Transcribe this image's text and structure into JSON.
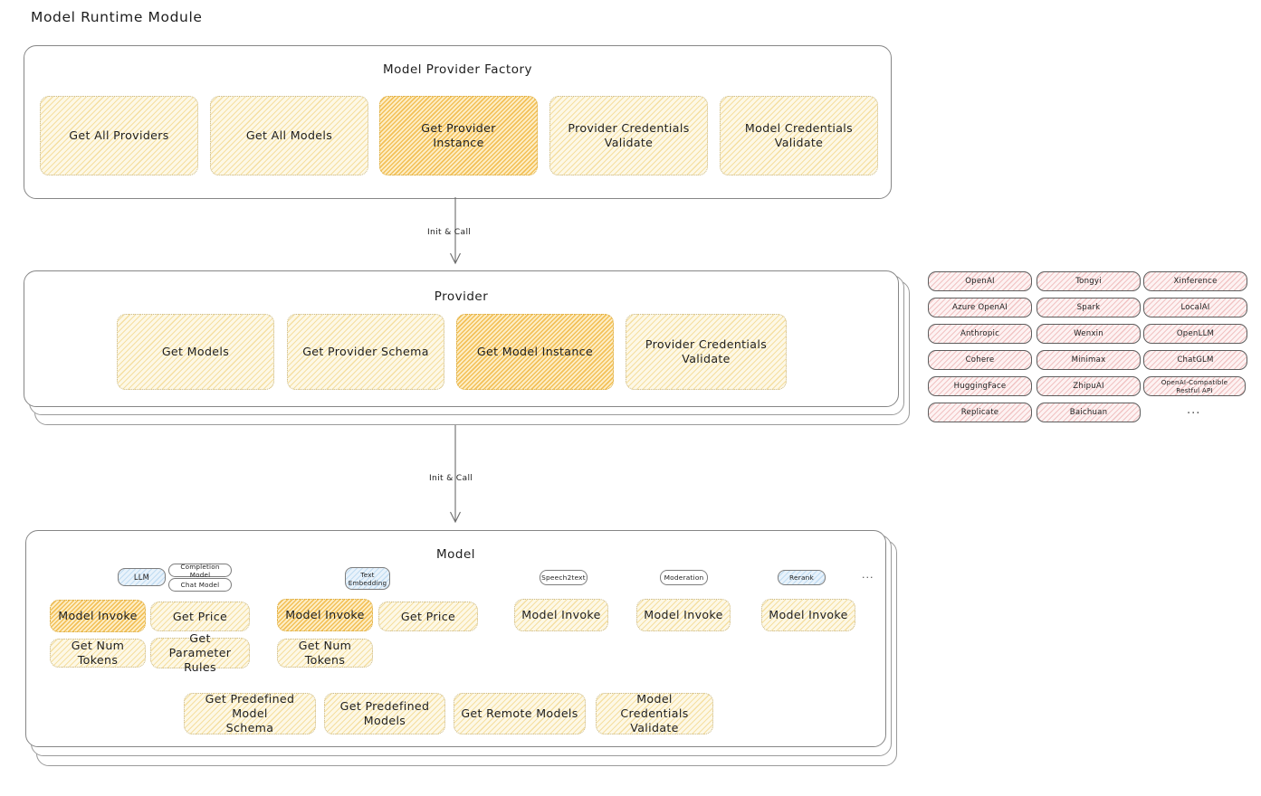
{
  "page": {
    "title": "Model Runtime Module"
  },
  "factory": {
    "title": "Model Provider Factory",
    "boxes": [
      {
        "label": "Get All Providers",
        "highlight": false
      },
      {
        "label": "Get All Models",
        "highlight": false
      },
      {
        "label": "Get Provider\nInstance",
        "highlight": true
      },
      {
        "label": "Provider Credentials\nValidate",
        "highlight": false
      },
      {
        "label": "Model Credentials\nValidate",
        "highlight": false
      }
    ]
  },
  "arrow1": {
    "label": "Init & Call"
  },
  "provider": {
    "title": "Provider",
    "boxes": [
      {
        "label": "Get Models",
        "highlight": false
      },
      {
        "label": "Get Provider Schema",
        "highlight": false
      },
      {
        "label": "Get Model Instance",
        "highlight": true
      },
      {
        "label": "Provider Credentials\nValidate",
        "highlight": false
      }
    ]
  },
  "arrow2": {
    "label": "Init & Call"
  },
  "provider_list": {
    "columns": [
      [
        "OpenAI",
        "Azure OpenAI",
        "Anthropic",
        "Cohere",
        "HuggingFace",
        "Replicate"
      ],
      [
        "Tongyi",
        "Spark",
        "Wenxin",
        "Minimax",
        "ZhipuAI",
        "Baichuan"
      ],
      [
        "Xinference",
        "LocalAI",
        "OpenLLM",
        "ChatGLM",
        "OpenAI-Compatible Restful API"
      ]
    ],
    "more": "..."
  },
  "model": {
    "title": "Model",
    "more": "...",
    "groups": [
      {
        "tag": "LLM",
        "tag_style": "blue",
        "subtags": [
          "Completion Model",
          "Chat Model"
        ],
        "boxes": [
          {
            "label": "Model Invoke",
            "highlight": true
          },
          {
            "label": "Get Price",
            "highlight": false
          },
          {
            "label": "Get Num Tokens",
            "highlight": false
          },
          {
            "label": "Get Parameter\nRules",
            "highlight": false
          }
        ]
      },
      {
        "tag": "Text\nEmbedding",
        "tag_style": "blue",
        "subtags": [],
        "boxes": [
          {
            "label": "Model Invoke",
            "highlight": true
          },
          {
            "label": "Get Price",
            "highlight": false
          },
          {
            "label": "Get Num Tokens",
            "highlight": false
          }
        ]
      },
      {
        "tag": "Speech2text",
        "tag_style": "white",
        "subtags": [],
        "boxes": [
          {
            "label": "Model Invoke",
            "highlight": false
          }
        ]
      },
      {
        "tag": "Moderation",
        "tag_style": "white",
        "subtags": [],
        "boxes": [
          {
            "label": "Model Invoke",
            "highlight": false
          }
        ]
      },
      {
        "tag": "Rerank",
        "tag_style": "blue",
        "subtags": [],
        "boxes": [
          {
            "label": "Model Invoke",
            "highlight": false
          }
        ]
      }
    ],
    "bottom_boxes": [
      {
        "label": "Get Predefined Model\nSchema"
      },
      {
        "label": "Get Predefined\nModels"
      },
      {
        "label": "Get Remote Models"
      },
      {
        "label": "Model Credentials\nValidate"
      }
    ]
  },
  "colors": {
    "highlight_fill": "#f0af2d",
    "light_fill": "#f0cd6e",
    "provider_chip": "#e18282",
    "tag_blue": "#78b4e1",
    "stroke": "#1e1e1e"
  }
}
